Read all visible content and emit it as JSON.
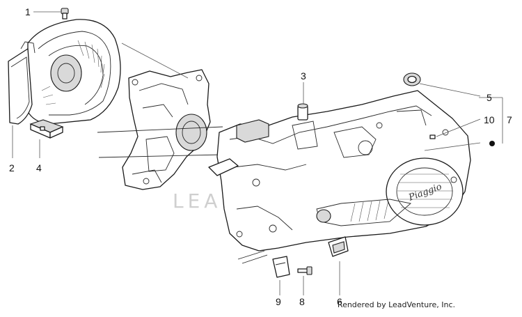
{
  "callouts": {
    "c1": "1",
    "c2": "2",
    "c3": "3",
    "c4": "4",
    "c5": "5",
    "c6": "6",
    "c7": "7",
    "c8": "8",
    "c9": "9",
    "c10": "10"
  },
  "watermark": "LEADVENTURE",
  "logo_text": "Piaggio",
  "footer": "Rendered by LeadVenture, Inc."
}
